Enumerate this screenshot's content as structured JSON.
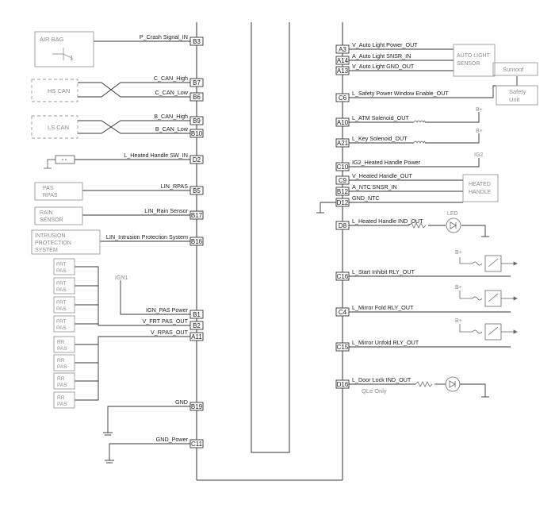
{
  "left_signals": [
    {
      "pin": "B3",
      "name": "P_Crash Signal_IN"
    },
    {
      "pin": "B7",
      "name": "C_CAN_High"
    },
    {
      "pin": "B6",
      "name": "C_CAN_Low"
    },
    {
      "pin": "B9",
      "name": "B_CAN_High"
    },
    {
      "pin": "B10",
      "name": "B_CAN_Low"
    },
    {
      "pin": "D2",
      "name": "L_Heated Handle SW_IN"
    },
    {
      "pin": "B5",
      "name": "LIN_RPAS"
    },
    {
      "pin": "B17",
      "name": "LIN_Rain Sensor"
    },
    {
      "pin": "B16",
      "name": "LIN_Intrusion Protection System"
    },
    {
      "pin": "B1",
      "name": "IGN_PAS Power"
    },
    {
      "pin": "B2",
      "name": "V_FRT PAS_OUT"
    },
    {
      "pin": "A11",
      "name": "V_RPAS_OUT"
    },
    {
      "pin": "B19",
      "name": "GND"
    },
    {
      "pin": "C11",
      "name": "GND_Power"
    }
  ],
  "right_signals": [
    {
      "pin": "A3",
      "name": "V_Auto Light Power_OUT"
    },
    {
      "pin": "A14",
      "name": "A_Auto Light SNSR_IN"
    },
    {
      "pin": "A13",
      "name": "V_Auto Light GND_OUT"
    },
    {
      "pin": "C6",
      "name": "L_Safety Power Window Enable_OUT"
    },
    {
      "pin": "A10",
      "name": "L_ATM Solenoid_OUT"
    },
    {
      "pin": "A21",
      "name": "L_Key Solenoid_OUT"
    },
    {
      "pin": "C10",
      "name": "IG2_Heated Handle Power"
    },
    {
      "pin": "C9",
      "name": "V_Heated Handle_OUT"
    },
    {
      "pin": "B12",
      "name": "A_NTC SNSR_IN"
    },
    {
      "pin": "D12",
      "name": "GND_NTC"
    },
    {
      "pin": "D8",
      "name": "L_Heated Handle IND_OUT"
    },
    {
      "pin": "C16",
      "name": "L_Start Inhibit RLY_OUT"
    },
    {
      "pin": "C4",
      "name": "L_Mirror Fold RLY_OUT"
    },
    {
      "pin": "C15",
      "name": "L_Mirror Unfold RLY_OUT"
    },
    {
      "pin": "D16",
      "name": "L_Door Lock IND_OUT"
    }
  ],
  "components": {
    "air_bag": {
      "line1": "AIR BAG",
      "pin_mark": "1"
    },
    "hs_can": "HS CAN",
    "ls_can": "LS CAN",
    "rpas": {
      "line1": "PAS",
      "line2": "RPAS"
    },
    "rain_sensor": {
      "line1": "RAIN",
      "line2": "SENSOR"
    },
    "intrusion": {
      "line1": "INTRUSION",
      "line2": "PROTECTION",
      "line3": "SYSTEM"
    },
    "frt_pas": {
      "line1": "FRT",
      "line2": "PAS"
    },
    "rr_pas": {
      "line1": "RR",
      "line2": "PAS"
    },
    "ign1": "IGN1",
    "auto_light": {
      "line1": "AUTO LIGHT",
      "line2": "SENSOR"
    },
    "sunroof": "Sunroof",
    "safety_unit": {
      "line1": "Safety",
      "line2": "Unit"
    },
    "b_plus": "B+",
    "ig2": "IG2",
    "heated_handle": {
      "line1": "HEATED",
      "line2": "HANDLE"
    },
    "led": "LED",
    "qle_only": "QLe Only"
  }
}
